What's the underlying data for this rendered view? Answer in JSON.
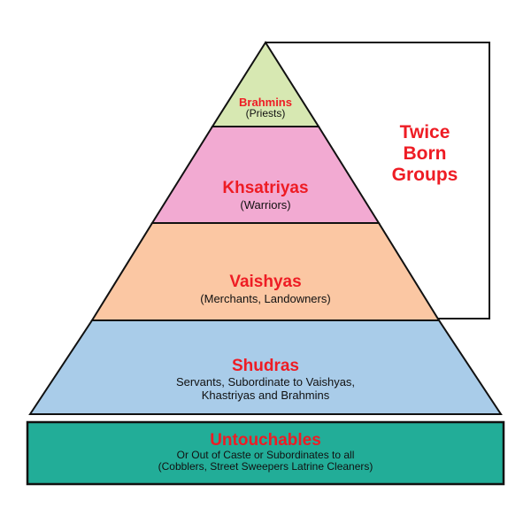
{
  "tiers": [
    {
      "title": "Brahmins",
      "description": [
        "(Priests)"
      ],
      "color": "#d7e8b2"
    },
    {
      "title": "Khsatriyas",
      "description": [
        "(Warriors)"
      ],
      "color": "#f2aad2"
    },
    {
      "title": "Vaishyas",
      "description": [
        "(Merchants, Landowners)"
      ],
      "color": "#fbc7a3"
    },
    {
      "title": "Shudras",
      "description": [
        "Servants, Subordinate to Vaishyas,",
        "Khastriyas and Brahmins"
      ],
      "color": "#a9cce9"
    },
    {
      "title": "Untouchables",
      "description": [
        "Or Out of Caste or Subordinates to all",
        "(Cobblers, Street Sweepers Latrine Cleaners)"
      ],
      "color": "#22ad98"
    }
  ],
  "bracket": {
    "lines": [
      "Twice",
      "Born",
      "Groups"
    ]
  },
  "colors": {
    "title_red": "#ee1c24",
    "outline": "#111111"
  }
}
